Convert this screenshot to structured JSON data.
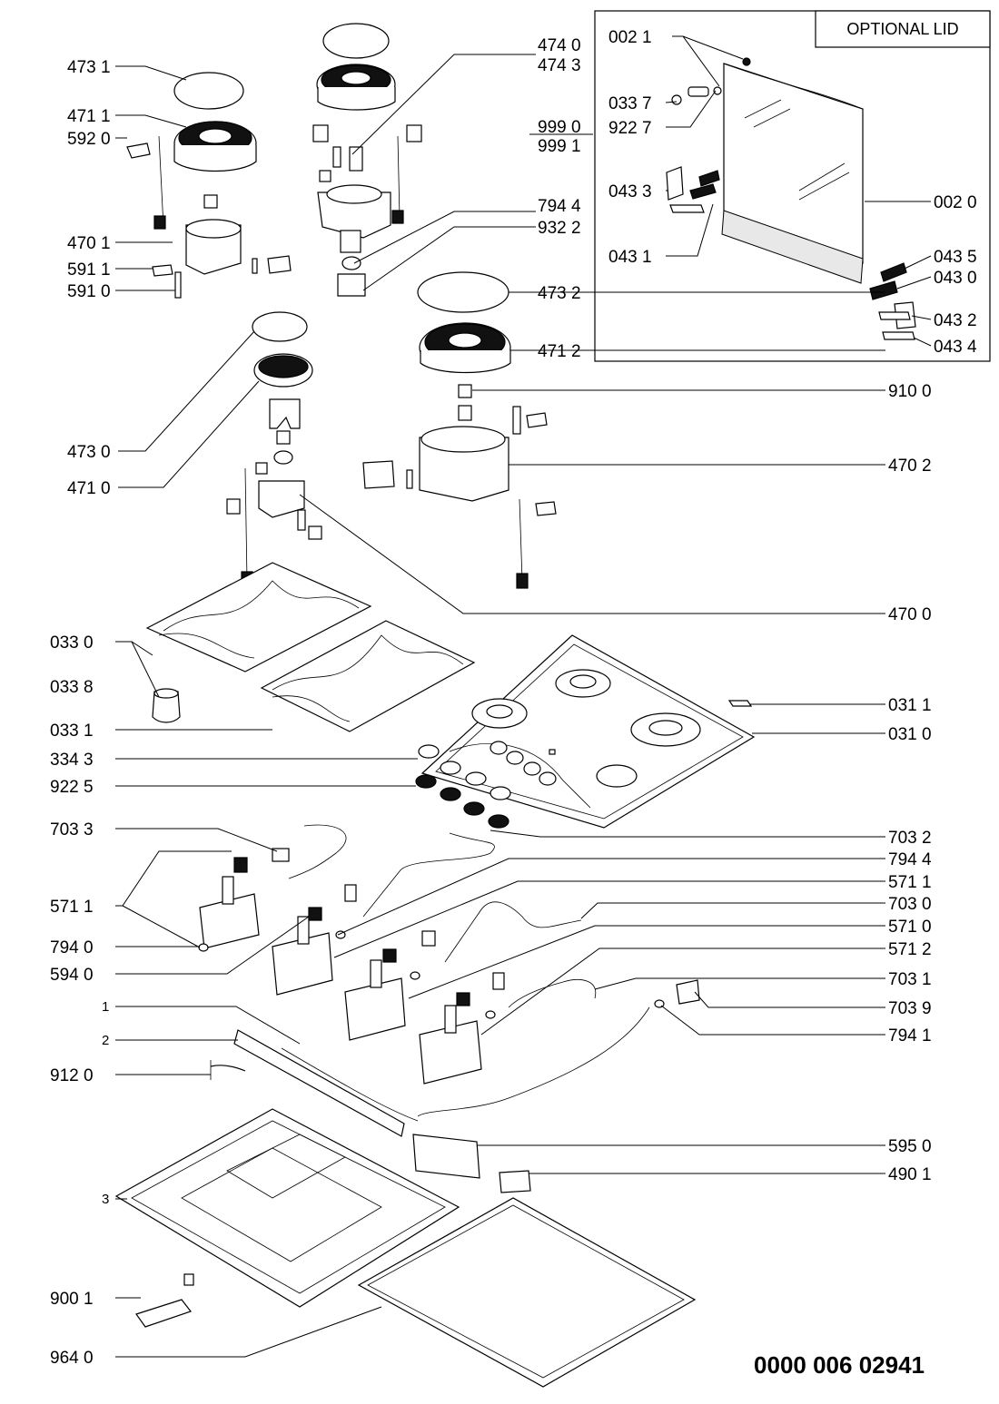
{
  "document_number": "0000 006 02941",
  "optional_box": {
    "title": "OPTIONAL LID"
  },
  "labels": {
    "l4731": "473 1",
    "l4711": "471 1",
    "l5920": "592 0",
    "l4701": "470 1",
    "l5911": "591 1",
    "l5910": "591 0",
    "l4740": "474 0",
    "l4743": "474 3",
    "l9990": "999 0",
    "l9991": "999 1",
    "l7944a": "794 4",
    "l9322": "932 2",
    "l4732": "473 2",
    "l4712": "471 2",
    "l9100": "910 0",
    "l4730": "473 0",
    "l4710": "471 0",
    "l4702": "470 2",
    "l4700": "470 0",
    "l0330": "033 0",
    "l0338": "033 8",
    "l0331": "033 1",
    "l3343": "334 3",
    "l9225": "922 5",
    "l0311": "031 1",
    "l0310": "031 0",
    "l7033": "703 3",
    "l5711a": "571 1",
    "l7940": "794 0",
    "l5940": "594 0",
    "l7032": "703 2",
    "l7944b": "794 4",
    "l5711b": "571 1",
    "l7030": "703 0",
    "l5710": "571 0",
    "l5712": "571 2",
    "l7031": "703 1",
    "l7039": "703 9",
    "l7941": "794 1",
    "l1": "1",
    "l2": "2",
    "l9120": "912 0",
    "l3": "3",
    "l5950": "595 0",
    "l4901": "490 1",
    "l9001": "900 1",
    "l9640": "964 0",
    "l0021": "002 1",
    "l0337": "033 7",
    "l9227": "922 7",
    "l0433": "043 3",
    "l0431": "043 1",
    "l0020": "002 0",
    "l0435": "043 5",
    "l0430": "043 0",
    "l0432": "043 2",
    "l0434": "043 4"
  }
}
